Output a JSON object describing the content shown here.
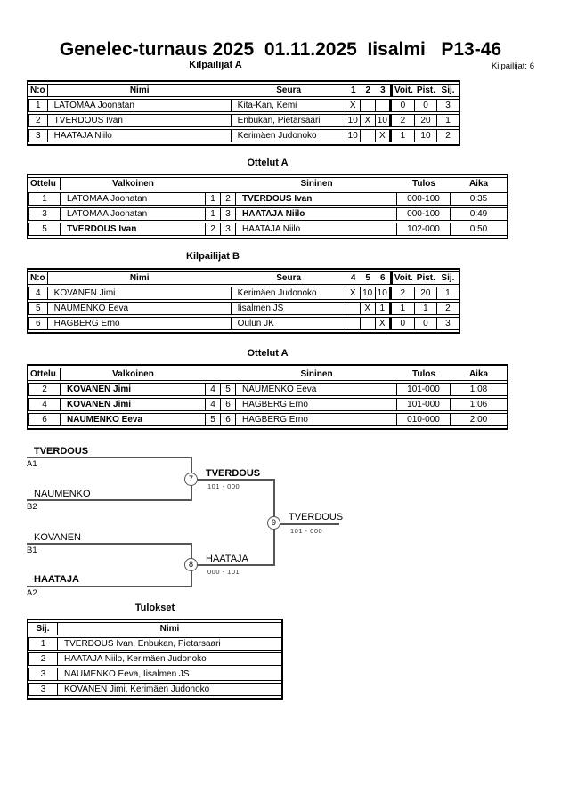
{
  "header": {
    "title": "Genelec-turnaus 2025  01.11.2025  Iisalmi   P13-46",
    "competitors_label": "Kilpailijat: 6"
  },
  "pool_a": {
    "title": "Kilpailijat A",
    "columns": [
      "N:o",
      "Nimi",
      "Seura",
      "1",
      "2",
      "3",
      "Voit.",
      "Pist.",
      "Sij."
    ],
    "rows": [
      [
        "1",
        "LATOMAA Joonatan",
        "Kita-Kan, Kemi",
        "X",
        "",
        "",
        "0",
        "0",
        "3"
      ],
      [
        "2",
        "TVERDOUS Ivan",
        "Enbukan, Pietarsaari",
        "10",
        "X",
        "10",
        "2",
        "20",
        "1"
      ],
      [
        "3",
        "HAATAJA Niilo",
        "Kerimäen Judonoko",
        "10",
        "",
        "X",
        "1",
        "10",
        "2"
      ]
    ]
  },
  "matches_a": {
    "title": "Ottelut A",
    "columns": [
      "Ottelu",
      "Valkoinen",
      "Sininen",
      "Tulos",
      "Aika"
    ],
    "rows": [
      [
        "1",
        "LATOMAA Joonatan",
        "1",
        "2",
        "TVERDOUS Ivan",
        "000-100",
        "0:35"
      ],
      [
        "3",
        "LATOMAA Joonatan",
        "1",
        "3",
        "HAATAJA Niilo",
        "000-100",
        "0:49"
      ],
      [
        "5",
        "TVERDOUS Ivan",
        "2",
        "3",
        "HAATAJA Niilo",
        "102-000",
        "0:50"
      ]
    ]
  },
  "pool_b": {
    "title": "Kilpailijat B",
    "columns": [
      "N:o",
      "Nimi",
      "Seura",
      "4",
      "5",
      "6",
      "Voit.",
      "Pist.",
      "Sij."
    ],
    "rows": [
      [
        "4",
        "KOVANEN Jimi",
        "Kerimäen Judonoko",
        "X",
        "10",
        "10",
        "2",
        "20",
        "1"
      ],
      [
        "5",
        "NAUMENKO Eeva",
        "Iisalmen JS",
        "",
        "X",
        "1",
        "1",
        "1",
        "2"
      ],
      [
        "6",
        "HAGBERG Erno",
        "Oulun JK",
        "",
        "",
        "X",
        "0",
        "0",
        "3"
      ]
    ]
  },
  "matches_b": {
    "title": "Ottelut A",
    "columns": [
      "Ottelu",
      "Valkoinen",
      "Sininen",
      "Tulos",
      "Aika"
    ],
    "rows": [
      [
        "2",
        "KOVANEN Jimi",
        "4",
        "5",
        "NAUMENKO Eeva",
        "101-000",
        "1:08"
      ],
      [
        "4",
        "KOVANEN Jimi",
        "4",
        "6",
        "HAGBERG Erno",
        "101-000",
        "1:06"
      ],
      [
        "6",
        "NAUMENKO Eeva",
        "5",
        "6",
        "HAGBERG Erno",
        "010-000",
        "2:00"
      ]
    ]
  },
  "bracket": {
    "sf1": {
      "no": "7",
      "top_name": "TVERDOUS",
      "top_seed": "A1",
      "bottom_name": "NAUMENKO",
      "bottom_seed": "B2",
      "winner": "TVERDOUS",
      "score": "101 - 000"
    },
    "sf2": {
      "no": "8",
      "top_name": "KOVANEN",
      "top_seed": "B1",
      "bottom_name": "HAATAJA",
      "bottom_seed": "A2",
      "winner": "HAATAJA",
      "score": "000 - 101"
    },
    "final": {
      "no": "9",
      "winner": "TVERDOUS",
      "score": "101 - 000"
    }
  },
  "results": {
    "title": "Tulokset",
    "columns": [
      "Sij.",
      "Nimi"
    ],
    "rows": [
      [
        "1",
        "TVERDOUS Ivan, Enbukan, Pietarsaari"
      ],
      [
        "2",
        "HAATAJA Niilo, Kerimäen Judonoko"
      ],
      [
        "3",
        "NAUMENKO Eeva, Iisalmen JS"
      ],
      [
        "3",
        "KOVANEN Jimi, Kerimäen Judonoko"
      ]
    ]
  }
}
